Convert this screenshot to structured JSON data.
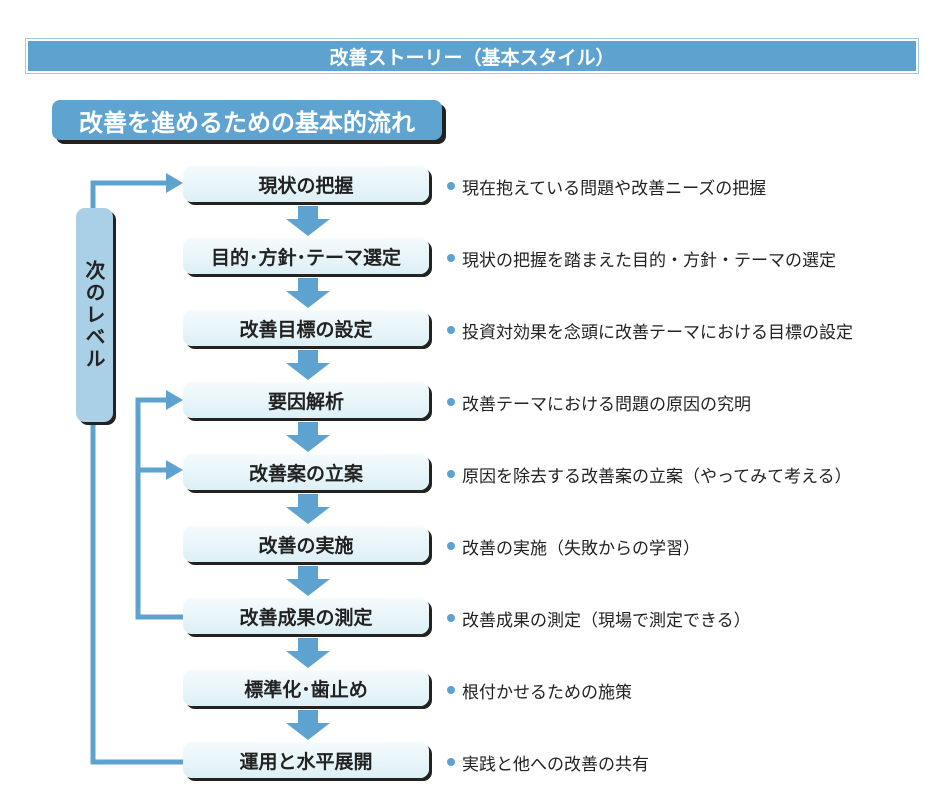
{
  "title": "改善ストーリー（基本スタイル）",
  "heading": "改善を進めるための基本的流れ",
  "loop_label": "次のレベル",
  "accent_color": "#5ea3d0",
  "steps": [
    {
      "label": "現状の把握",
      "desc": "現在抱えている問題や改善ニーズの把握"
    },
    {
      "label": "目的･方針･テーマ選定",
      "desc": "現状の把握を踏まえた目的・方針・テーマの選定"
    },
    {
      "label": "改善目標の設定",
      "desc": "投資対効果を念頭に改善テーマにおける目標の設定"
    },
    {
      "label": "要因解析",
      "desc": "改善テーマにおける問題の原因の究明"
    },
    {
      "label": "改善案の立案",
      "desc": "原因を除去する改善案の立案（やってみて考える）"
    },
    {
      "label": "改善の実施",
      "desc": "改善の実施（失敗からの学習）"
    },
    {
      "label": "改善成果の測定",
      "desc": "改善成果の測定（現場で測定できる）"
    },
    {
      "label": "標準化･歯止め",
      "desc": "根付かせるための施策"
    },
    {
      "label": "運用と水平展開",
      "desc": "実践と他への改善の共有"
    }
  ]
}
